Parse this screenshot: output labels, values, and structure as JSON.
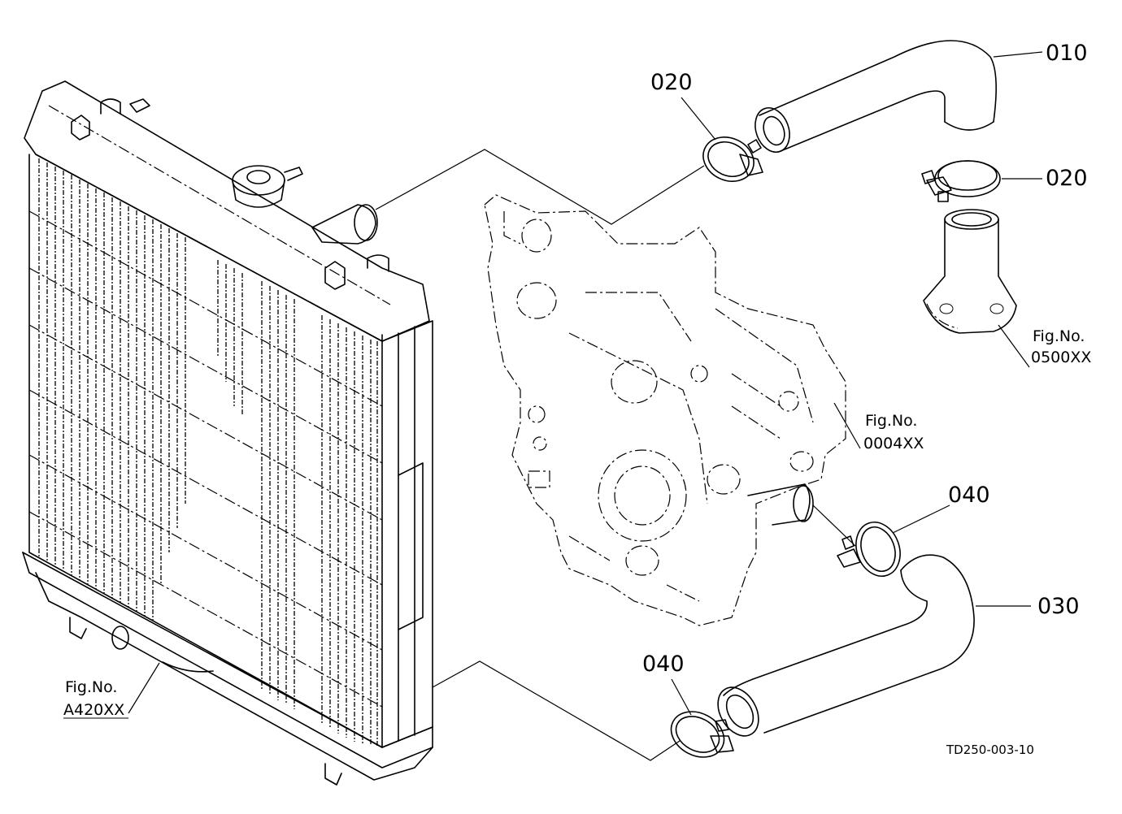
{
  "callouts": {
    "part_010": "010",
    "part_020_left": "020",
    "part_020_right": "020",
    "part_040_upper": "040",
    "part_030": "030",
    "part_040_lower": "040"
  },
  "figure_refs": {
    "radiator": {
      "line1": "Fig.No.",
      "line2": "A420XX"
    },
    "gear_case": {
      "line1": "Fig.No.",
      "line2": "0004XX"
    },
    "thermostat": {
      "line1": "Fig.No.",
      "line2": "0500XX"
    }
  },
  "drawing_code": "TD250-003-10"
}
